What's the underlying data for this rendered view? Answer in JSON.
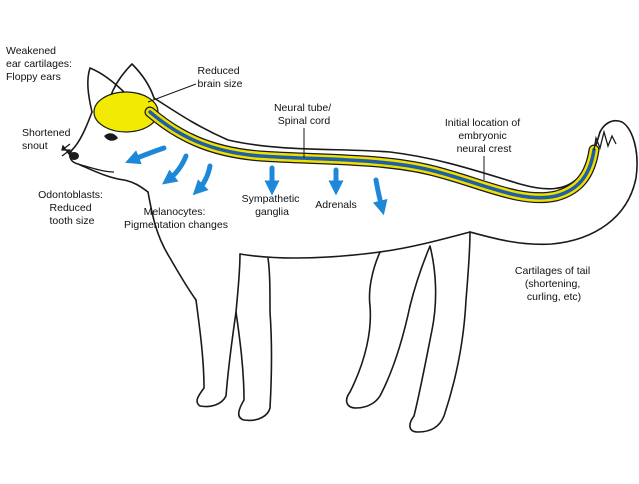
{
  "colors": {
    "outline": "#1a1a1a",
    "neural_tube_blue": "#1f5fa8",
    "neural_crest_yellow": "#f0e000",
    "brain_yellow": "#f2ea00",
    "arrow_blue": "#1e88d8"
  },
  "labels": {
    "ears": [
      "Weakened",
      "ear cartilages:",
      "Floppy ears"
    ],
    "brain": [
      "Reduced",
      "brain size"
    ],
    "neural_tube": [
      "Neural tube/",
      "Spinal cord"
    ],
    "neural_crest": [
      "Initial location of",
      "embryonic",
      "neural crest"
    ],
    "snout": [
      "Shortened",
      "snout"
    ],
    "teeth": [
      "Odontoblasts:",
      "Reduced",
      "tooth size"
    ],
    "melanocytes": [
      "Melanocytes:",
      "Pigmentation changes"
    ],
    "ganglia": [
      "Sympathetic",
      "ganglia"
    ],
    "adrenals": [
      "Adrenals"
    ],
    "tail": [
      "Cartilages of tail",
      "(shortening,",
      "curling, etc)"
    ]
  }
}
